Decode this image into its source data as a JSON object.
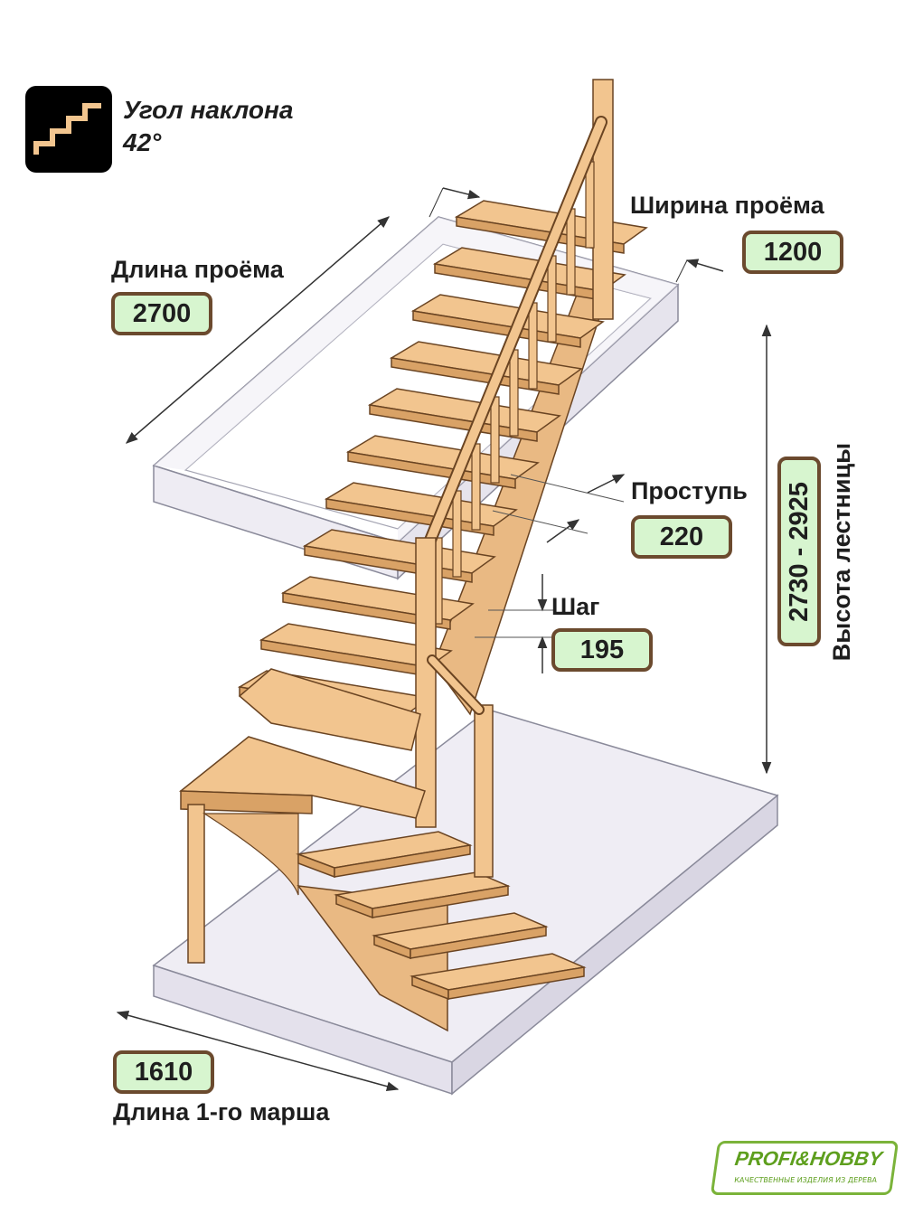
{
  "angle": {
    "label": "Угол наклона",
    "value": "42°"
  },
  "opening_length": {
    "label": "Длина проёма",
    "value": "2700"
  },
  "opening_width": {
    "label": "Ширина проёма",
    "value": "1200"
  },
  "tread": {
    "label": "Проступь",
    "value": "220"
  },
  "step": {
    "label": "Шаг",
    "value": "195"
  },
  "height": {
    "label": "Высота лестницы",
    "value": "2730 - 2925"
  },
  "first_flight": {
    "label": "Длина 1-го марша",
    "value": "1610"
  },
  "logo": {
    "name": "PROFI&HOBBY",
    "tagline": "КАЧЕСТВЕННЫЕ ИЗДЕЛИЯ ИЗ ДЕРЕВА"
  },
  "colors": {
    "wood": "#f2c58f",
    "wood_dark": "#d9a266",
    "outline": "#6a4422",
    "glass": "#ece8f3",
    "badge_fill": "#d7f5cf",
    "badge_border": "#6b4a2e",
    "logo_green": "#5e9f1e"
  }
}
